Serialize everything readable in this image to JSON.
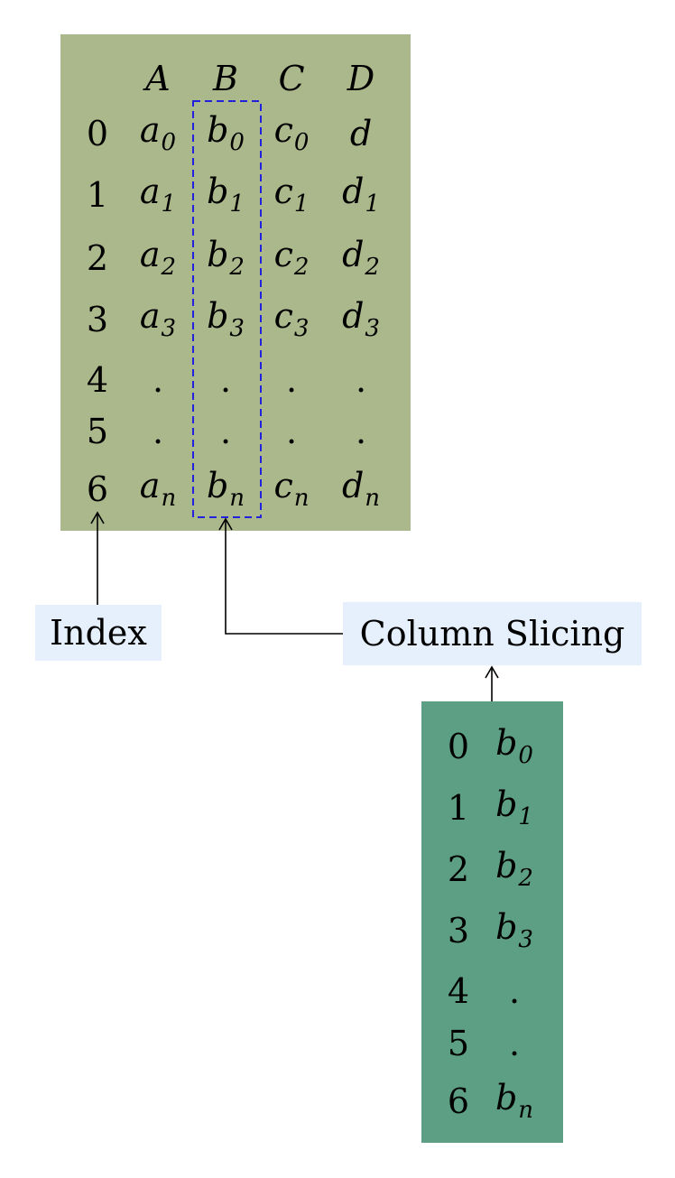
{
  "colors": {
    "dataframe_bg": "#abb88c",
    "series_bg": "#5d9f84",
    "label_bg": "#e5f0fc",
    "highlight": "#2222dd",
    "arrow": "#000000"
  },
  "dataframe": {
    "columns": [
      "A",
      "B",
      "C",
      "D"
    ],
    "rows": [
      {
        "index": "0",
        "cells": [
          {
            "b": "a",
            "s": "0"
          },
          {
            "b": "b",
            "s": "0"
          },
          {
            "b": "c",
            "s": "0"
          },
          {
            "b": "d",
            "s": ""
          }
        ]
      },
      {
        "index": "1",
        "cells": [
          {
            "b": "a",
            "s": "1"
          },
          {
            "b": "b",
            "s": "1"
          },
          {
            "b": "c",
            "s": "1"
          },
          {
            "b": "d",
            "s": "1"
          }
        ]
      },
      {
        "index": "2",
        "cells": [
          {
            "b": "a",
            "s": "2"
          },
          {
            "b": "b",
            "s": "2"
          },
          {
            "b": "c",
            "s": "2"
          },
          {
            "b": "d",
            "s": "2"
          }
        ]
      },
      {
        "index": "3",
        "cells": [
          {
            "b": "a",
            "s": "3"
          },
          {
            "b": "b",
            "s": "3"
          },
          {
            "b": "c",
            "s": "3"
          },
          {
            "b": "d",
            "s": "3"
          }
        ]
      },
      {
        "index": "4",
        "cells": [
          {
            "b": ".",
            "s": ""
          },
          {
            "b": ".",
            "s": ""
          },
          {
            "b": ".",
            "s": ""
          },
          {
            "b": ".",
            "s": ""
          }
        ]
      },
      {
        "index": "5",
        "cells": [
          {
            "b": ".",
            "s": ""
          },
          {
            "b": ".",
            "s": ""
          },
          {
            "b": ".",
            "s": ""
          },
          {
            "b": ".",
            "s": ""
          }
        ]
      },
      {
        "index": "6",
        "cells": [
          {
            "b": "a",
            "s": "n"
          },
          {
            "b": "b",
            "s": "n"
          },
          {
            "b": "c",
            "s": "n"
          },
          {
            "b": "d",
            "s": "n"
          }
        ]
      }
    ]
  },
  "labels": {
    "index": "Index",
    "column_slicing": "Column Slicing"
  },
  "series": {
    "rows": [
      {
        "index": "0",
        "b": "b",
        "s": "0"
      },
      {
        "index": "1",
        "b": "b",
        "s": "1"
      },
      {
        "index": "2",
        "b": "b",
        "s": "2"
      },
      {
        "index": "3",
        "b": "b",
        "s": "3"
      },
      {
        "index": "4",
        "b": ".",
        "s": ""
      },
      {
        "index": "5",
        "b": ".",
        "s": ""
      },
      {
        "index": "6",
        "b": "b",
        "s": "n"
      }
    ]
  }
}
